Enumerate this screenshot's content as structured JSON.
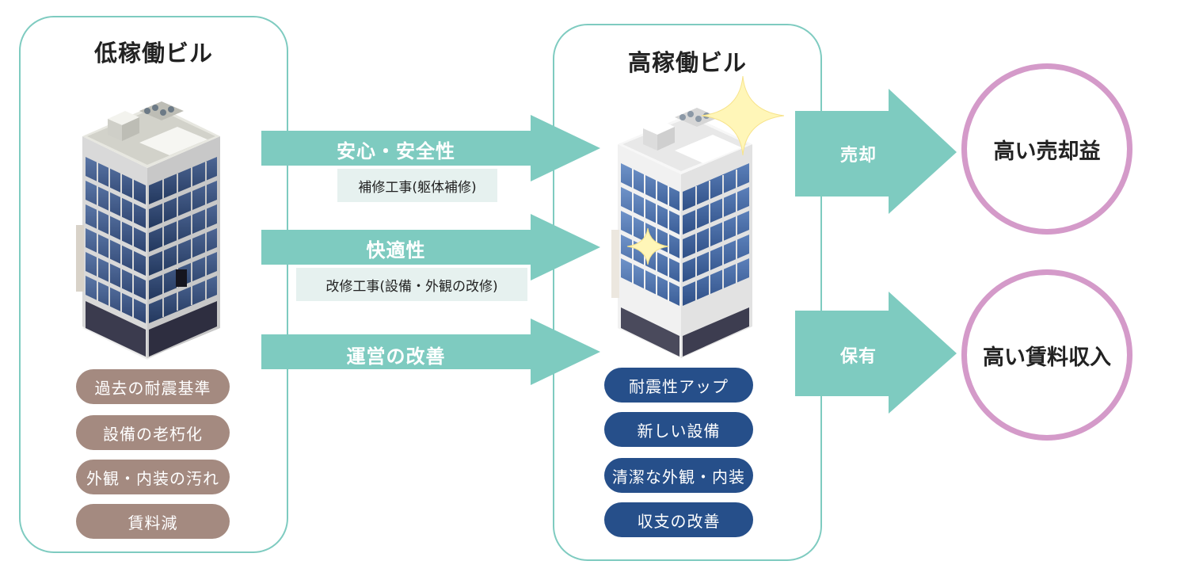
{
  "left_panel": {
    "title": "低稼働ビル",
    "issues": [
      "過去の耐震基準",
      "設備の老朽化",
      "外観・内装の汚れ",
      "賃料減"
    ]
  },
  "right_panel": {
    "title": "高稼働ビル",
    "improvements": [
      "耐震性アップ",
      "新しい設備",
      "清潔な外観・内装",
      "収支の改善"
    ]
  },
  "bands": [
    {
      "label": "安心・安全性",
      "sub": "補修工事(躯体補修)"
    },
    {
      "label": "快適性",
      "sub": "改修工事(設備・外観の改修)"
    },
    {
      "label": "運営の改善",
      "sub": ""
    }
  ],
  "outcomes": [
    {
      "arrow": "売却",
      "result": "高い売却益"
    },
    {
      "arrow": "保有",
      "result": "高い賃料収入"
    }
  ],
  "colors": {
    "teal": "#7ecbc0",
    "brown_pill": "#a48a80",
    "blue_pill": "#264f8a",
    "circle_border": "#d49ac9",
    "sublabel_bg": "#e6f1ef"
  },
  "icons": [
    "building-old-illustration",
    "building-new-illustration",
    "sparkle-icon"
  ]
}
